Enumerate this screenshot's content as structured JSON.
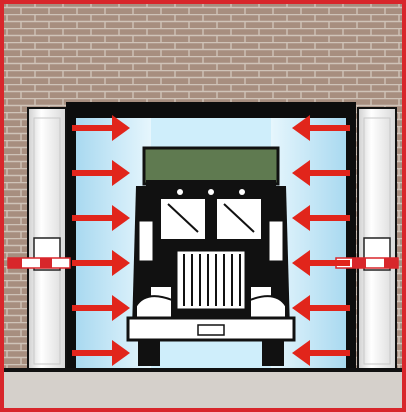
{
  "diagram": {
    "subject": "truck-at-loading-dock-with-seal-arrows",
    "colors": {
      "frame": "#d8262b",
      "brick": "#a78e7f",
      "mortar": "#cfc3b8",
      "door_opening": "#0d0d0d",
      "light_blue": "#a9d9f0",
      "light_blue_mid": "#cfeefb",
      "arrow": "#e1251b",
      "pad": "#f2f2f2",
      "pad_shadow": "#bfbfbf",
      "floor": "#d5d0cb",
      "truck_black": "#111111",
      "truck_white": "#ffffff",
      "trailer_green": "#5f7a50",
      "bumper_stripe": "#d8262b"
    },
    "arrows": {
      "left_count": 6,
      "right_count": 6
    }
  }
}
